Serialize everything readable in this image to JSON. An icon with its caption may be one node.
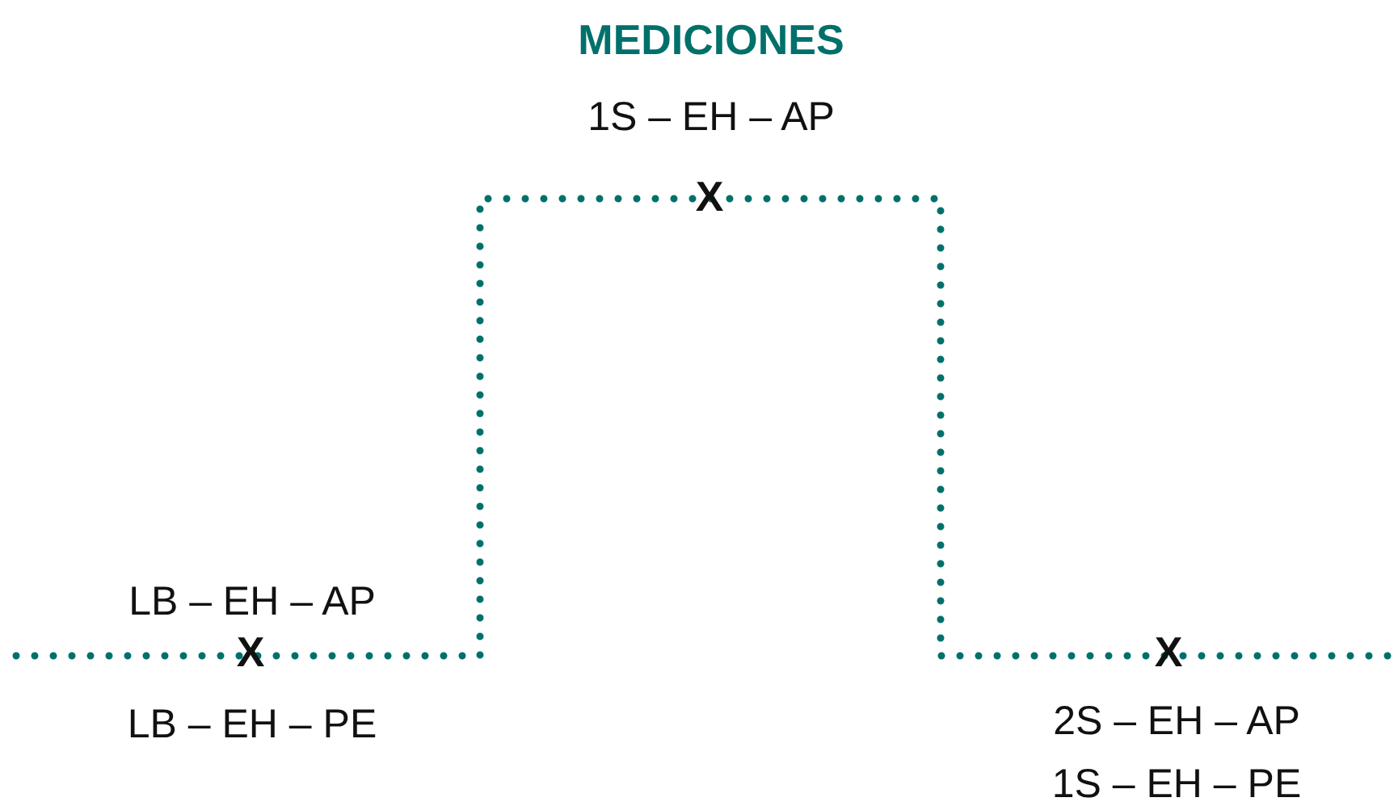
{
  "diagram": {
    "title": "MEDICIONES",
    "labels": [
      "1S – EH – AP",
      "X",
      "LB – EH – AP",
      "X",
      "X",
      "LB – EH – PE",
      "2S – EH – AP",
      "1S – EH – PE"
    ]
  }
}
